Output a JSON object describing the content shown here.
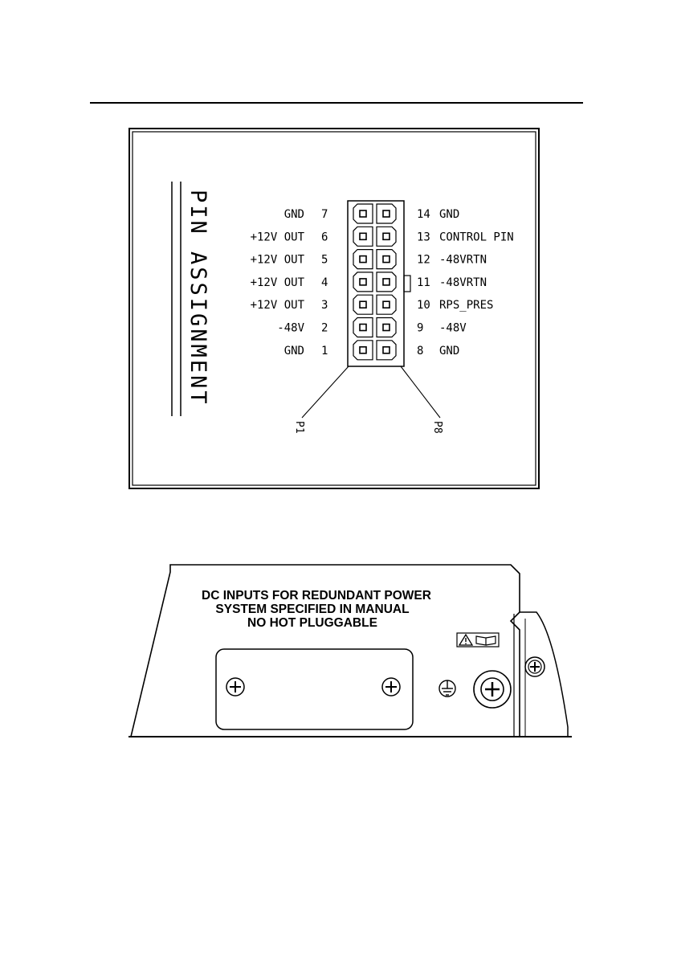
{
  "pin_diagram": {
    "title": "PIN ASSIGNMENT",
    "left_pins": [
      {
        "label": "GND",
        "number": "7"
      },
      {
        "label": "+12V OUT",
        "number": "6"
      },
      {
        "label": "+12V OUT",
        "number": "5"
      },
      {
        "label": "+12V OUT",
        "number": "4"
      },
      {
        "label": "+12V OUT",
        "number": "3"
      },
      {
        "label": "-48V",
        "number": "2"
      },
      {
        "label": "GND",
        "number": "1"
      }
    ],
    "right_pins": [
      {
        "number": "14",
        "label": "GND"
      },
      {
        "number": "13",
        "label": "CONTROL PIN"
      },
      {
        "number": "12",
        "label": "-48VRTN"
      },
      {
        "number": "11",
        "label": "-48VRTN"
      },
      {
        "number": "10",
        "label": "RPS_PRES"
      },
      {
        "number": "9",
        "label": "-48V"
      },
      {
        "number": "8",
        "label": "GND"
      }
    ],
    "callout_left": "P1",
    "callout_right": "P8"
  },
  "panel": {
    "label_lines": [
      "DC INPUTS FOR REDUNDANT POWER",
      "SYSTEM SPECIFIED IN MANUAL",
      "NO HOT PLUGGABLE"
    ],
    "icons": [
      "warning-triangle-icon",
      "manual-book-icon",
      "ground-symbol-icon",
      "screw-icon"
    ]
  }
}
